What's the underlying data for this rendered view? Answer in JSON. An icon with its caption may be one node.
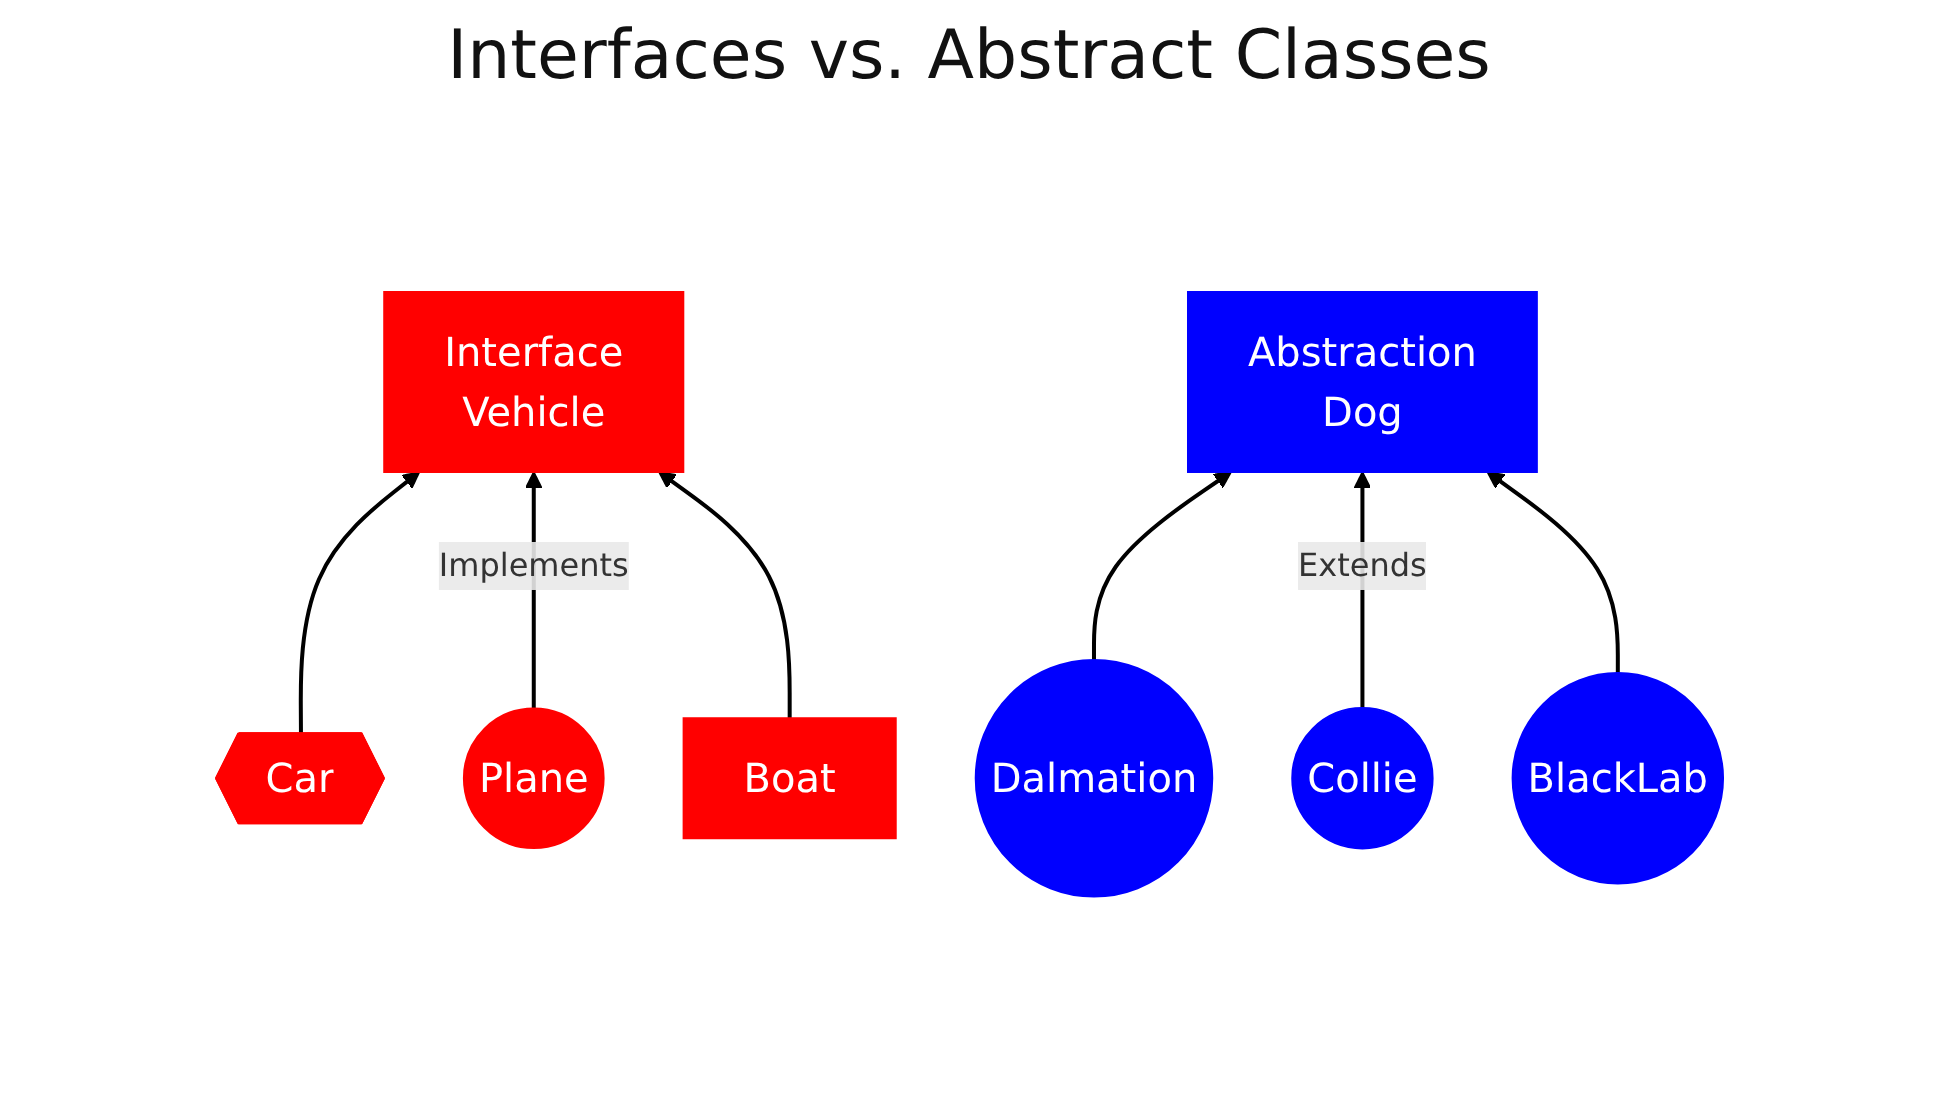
{
  "diagram": {
    "title": "Interfaces vs. Abstract Classes",
    "nodes": [
      {
        "text": [
          "Interface",
          "Vehicle"
        ]
      },
      {
        "text": [
          "Car"
        ]
      },
      {
        "text": [
          "Plane"
        ]
      },
      {
        "text": [
          "Boat"
        ]
      },
      {
        "text": [
          "Abstraction",
          "Dog"
        ]
      },
      {
        "text": [
          "Dalmation"
        ]
      },
      {
        "text": [
          "Collie"
        ]
      },
      {
        "text": [
          "BlackLab"
        ]
      }
    ],
    "edges": [
      {
        "from": 1,
        "to": 0,
        "arrow": "to"
      },
      {
        "from": 2,
        "to": 0,
        "arrow": "to",
        "label": "Implements"
      },
      {
        "from": 3,
        "to": 0,
        "arrow": "to"
      },
      {
        "from": 5,
        "to": 4,
        "arrow": "to"
      },
      {
        "from": 6,
        "to": 4,
        "arrow": "to",
        "label": "Extends"
      },
      {
        "from": 7,
        "to": 4,
        "arrow": "to"
      }
    ]
  }
}
